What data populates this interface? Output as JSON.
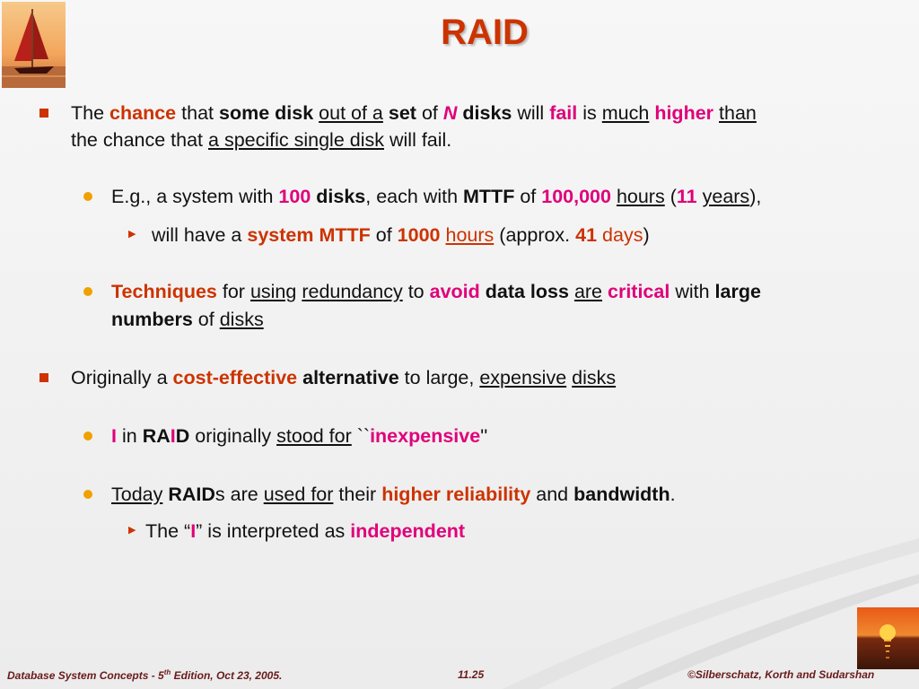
{
  "slide": {
    "title": "RAID",
    "bullets": {
      "b1": {
        "w1": "The",
        "w2": "chance",
        "w3": "that",
        "w4": "some disk",
        "w5": "out of a",
        "w6": "set",
        "w7": "of",
        "w8": "N",
        "w9": "disks",
        "w10": "will",
        "w11": "fail",
        "w12": "is",
        "w13": "much",
        "w14": "higher",
        "w15": "than",
        "l2a": "the chance that",
        "l2b": "a specific single disk",
        "l2c": "will fail."
      },
      "b1a": {
        "t1": "E.g., a system with",
        "t2": "100",
        "t3": "disks",
        "t4": ", each with",
        "t5": "MTTF",
        "t6": "of",
        "t7": "100,000",
        "t8": "hours",
        "t9": "(",
        "t10": "11",
        "t11": "years",
        "t12": "),"
      },
      "b1a1": {
        "t1": "will have a",
        "t2": "system MTTF",
        "t3": "of",
        "t4": "1000",
        "t5": "hours",
        "t6": "(approx.",
        "t7": "41",
        "t8": "days",
        "t9": ")"
      },
      "b1b": {
        "t1": "Techniques",
        "t2": "for",
        "t3": "using",
        "t4": "redundancy",
        "t5": "to",
        "t6": "avoid",
        "t7": "data loss",
        "t8": "are",
        "t9": "critical",
        "t10": "with",
        "t11": "large",
        "l2a": "numbers",
        "l2b": "of",
        "l2c": "disks"
      },
      "b2": {
        "t1": "Originally a",
        "t2": "cost-effective",
        "t3": "alternative",
        "t4": "to large,",
        "t5": "expensive",
        "t6": "disks"
      },
      "b2a": {
        "t1": "I",
        "t2": "in",
        "t3": "RA",
        "t4": "I",
        "t5": "D",
        "t6": "originally",
        "t7": "stood for",
        "t8": "``",
        "t9": "inexpensive",
        "t10": "''"
      },
      "b2b": {
        "t1": "Today",
        "t2": "RAID",
        "t3": "s are",
        "t4": "used for",
        "t5": "their",
        "t6": "higher reliability",
        "t7": "and",
        "t8": "bandwidth",
        "t9": "."
      },
      "b2b1": {
        "t1": "The “",
        "t2": "I",
        "t3": "” is interpreted as",
        "t4": "independent"
      }
    }
  },
  "footer": {
    "left_a": "Database System Concepts - 5",
    "left_sup": "th",
    "left_b": " Edition, Oct 23,  2005.",
    "center": "11.25",
    "right": "©Silberschatz, Korth and Sudarshan"
  },
  "colors": {
    "accent_orange": "#cc3300",
    "accent_magenta": "#e0007a",
    "bullet_dot": "#f0a000"
  }
}
